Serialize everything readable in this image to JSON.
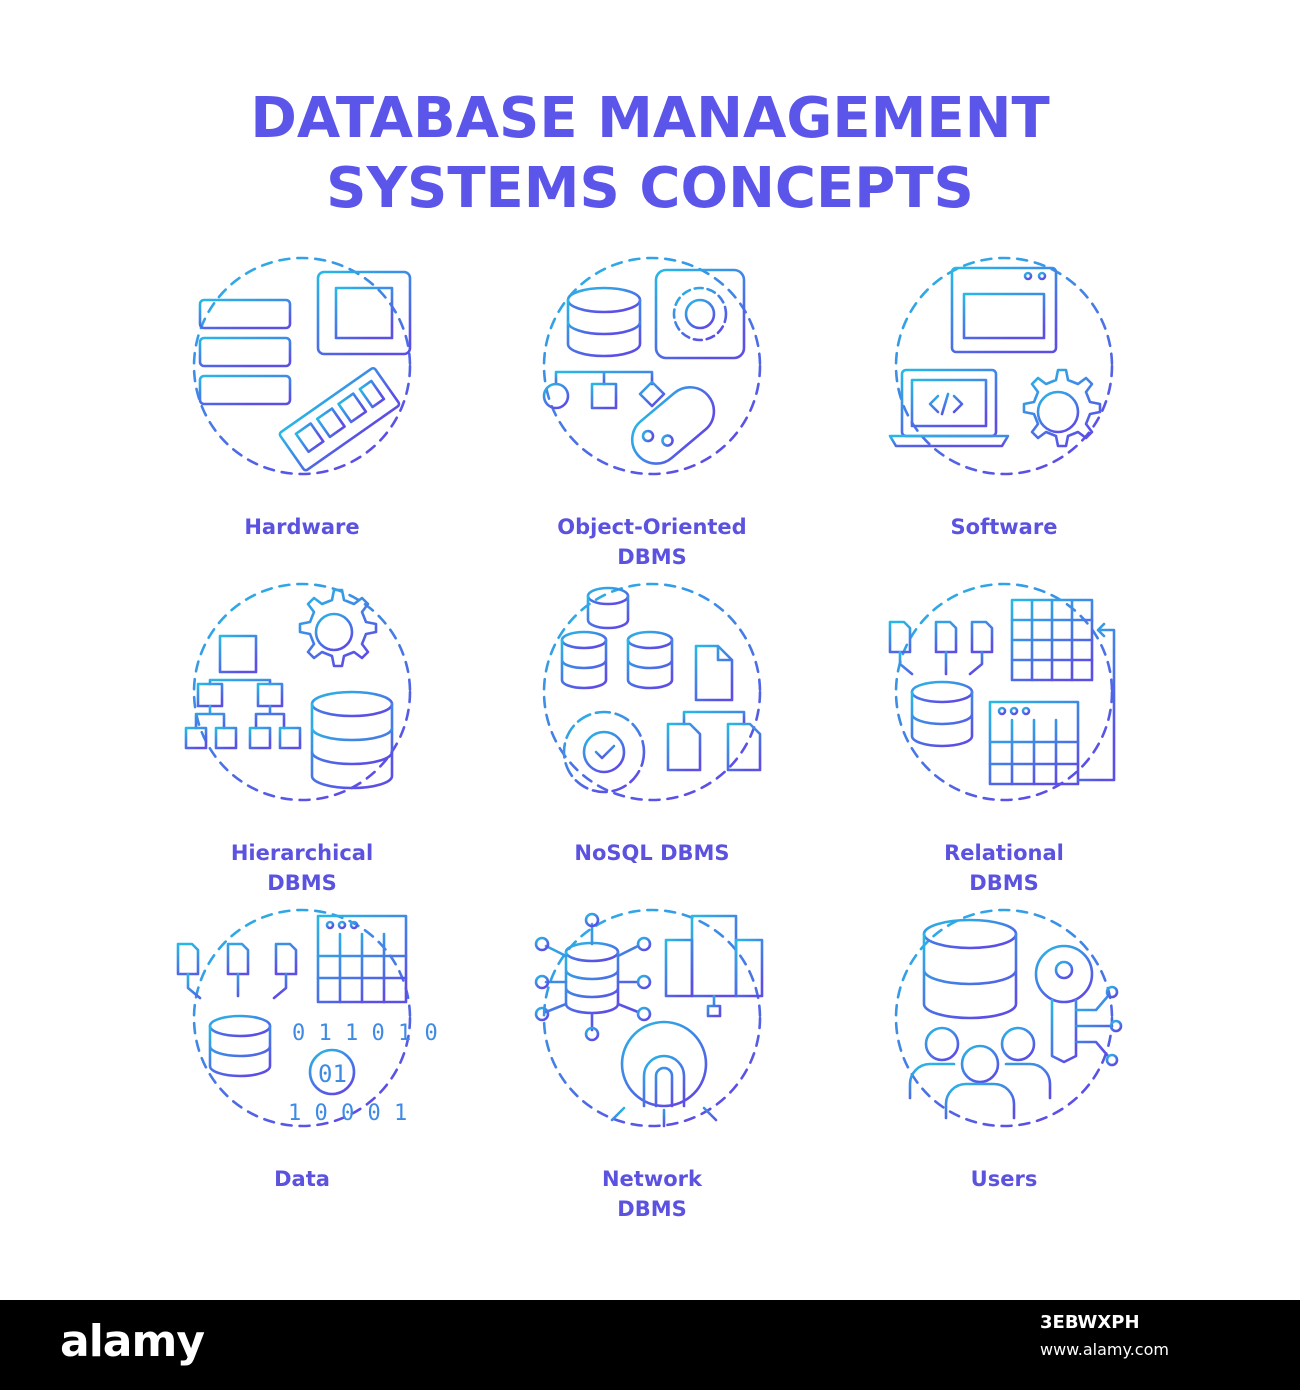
{
  "header": {
    "title_line1": "DATABASE MANAGEMENT",
    "title_line2": "SYSTEMS CONCEPTS"
  },
  "colors": {
    "title": "#5b55ea",
    "gradient_start": "#27b9e6",
    "gradient_end": "#5b4fe6",
    "footer": "#000000"
  },
  "concepts": [
    {
      "line1": "Hardware",
      "line2": ""
    },
    {
      "line1": "Object-Oriented",
      "line2": "DBMS"
    },
    {
      "line1": "Software",
      "line2": ""
    },
    {
      "line1": "Hierarchical",
      "line2": "DBMS"
    },
    {
      "line1": "NoSQL DBMS",
      "line2": ""
    },
    {
      "line1": "Relational",
      "line2": "DBMS"
    },
    {
      "line1": "Data",
      "line2": ""
    },
    {
      "line1": "Network",
      "line2": "DBMS"
    },
    {
      "line1": "Users",
      "line2": ""
    }
  ],
  "icons": [
    "server-cpu-ram-icon",
    "database-gear-pill-icon",
    "browser-laptop-gear-icon",
    "hierarchy-gear-database-icon",
    "databases-gear-files-icon",
    "tables-database-icon",
    "data-binary-icon",
    "network-servers-gear-icon",
    "database-key-users-icon"
  ],
  "footer": {
    "brand": "alamy",
    "image_id": "3EBWXPH",
    "url": "www.alamy.com"
  }
}
